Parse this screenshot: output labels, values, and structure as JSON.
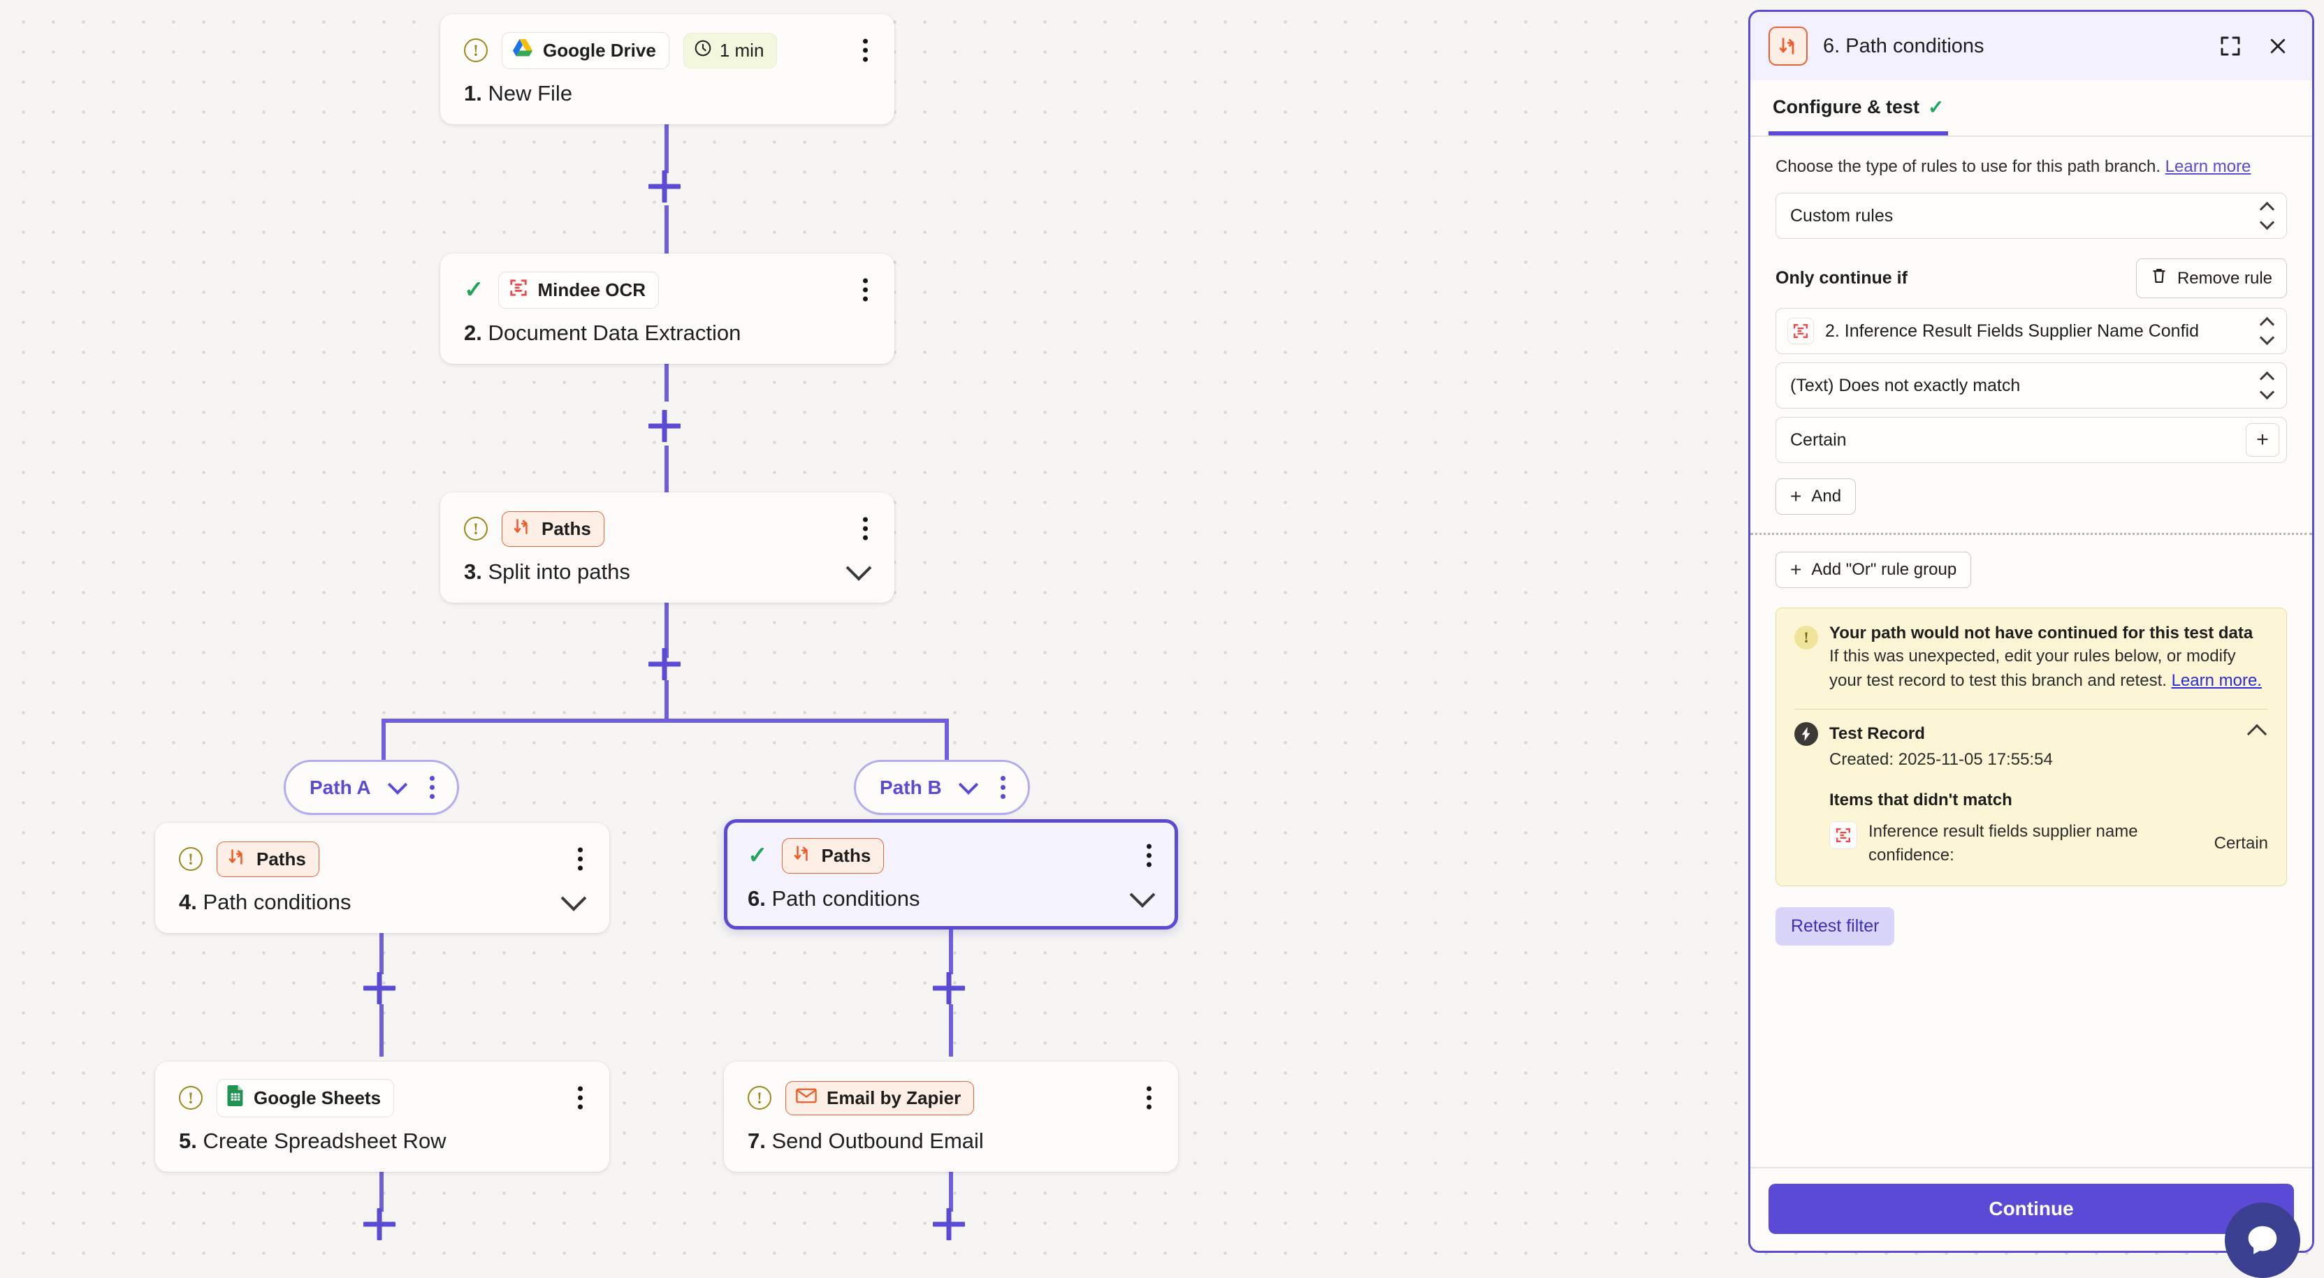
{
  "canvas": {
    "nodes": [
      {
        "id": "n1",
        "status": "warning",
        "app": "Google Drive",
        "app_icon": "google-drive-icon",
        "badge": "1 min",
        "badge_icon": "clock-icon",
        "index": "1.",
        "title": "New File",
        "has_chevron": false
      },
      {
        "id": "n2",
        "status": "success",
        "app": "Mindee OCR",
        "app_icon": "mindee-icon",
        "index": "2.",
        "title": "Document Data Extraction",
        "has_chevron": false
      },
      {
        "id": "n3",
        "status": "warning",
        "app": "Paths",
        "app_icon": "paths-icon",
        "index": "3.",
        "title": "Split into paths",
        "has_chevron": true
      },
      {
        "id": "n4",
        "status": "warning",
        "app": "Paths",
        "app_icon": "paths-icon",
        "index": "4.",
        "title": "Path conditions",
        "has_chevron": true
      },
      {
        "id": "n6",
        "status": "success",
        "app": "Paths",
        "app_icon": "paths-icon",
        "index": "6.",
        "title": "Path conditions",
        "has_chevron": true,
        "selected": true
      },
      {
        "id": "n5",
        "status": "warning",
        "app": "Google Sheets",
        "app_icon": "google-sheets-icon",
        "index": "5.",
        "title": "Create Spreadsheet Row",
        "has_chevron": false
      },
      {
        "id": "n7",
        "status": "warning",
        "app": "Email by Zapier",
        "app_icon": "email-icon",
        "index": "7.",
        "title": "Send Outbound Email",
        "has_chevron": false
      }
    ],
    "paths": [
      {
        "id": "pathA",
        "label": "Path A"
      },
      {
        "id": "pathB",
        "label": "Path B"
      }
    ],
    "colors": {
      "connector": "#6f5fe0",
      "accent": "#5b4ad6",
      "orange": "#e8623a"
    }
  },
  "panel": {
    "icon": "paths-icon",
    "title": "6. Path conditions",
    "expand_icon": "expand-icon",
    "close_icon": "close-icon",
    "tab": {
      "label": "Configure & test",
      "check": "✓"
    },
    "help": {
      "text": "Choose the type of rules to use for this path branch.",
      "link": "Learn more"
    },
    "rule_type_select": {
      "value": "Custom rules"
    },
    "only_continue_if": {
      "label": "Only continue if",
      "remove_button": "Remove rule",
      "remove_icon": "trash-icon",
      "field_select": {
        "value": "2. Inference Result Fields Supplier Name Confid",
        "icon": "mindee-icon"
      },
      "operator_select": {
        "value": "(Text) Does not exactly match"
      },
      "value_field": {
        "value": "Certain",
        "add_icon": "plus-icon"
      },
      "and_button": "And"
    },
    "add_or_group_button": "Add \"Or\" rule group",
    "callout": {
      "icon": "warning-icon",
      "title": "Your path would not have continued for this test data",
      "body": "If this was unexpected, edit your rules below, or modify your test record to test this branch and retest.",
      "link": "Learn more."
    },
    "test_record": {
      "icon": "bolt-icon",
      "title": "Test Record",
      "collapse_icon": "chevron-up-icon",
      "created": "Created: 2025-11-05 17:55:54",
      "didnt_match_label": "Items that didn't match",
      "items": [
        {
          "icon": "mindee-icon",
          "label": "Inference result fields supplier name confidence:",
          "value": "Certain"
        }
      ]
    },
    "retest_button": "Retest filter",
    "continue_button": "Continue"
  },
  "chat_widget": {
    "icon": "chat-bubble-icon"
  }
}
